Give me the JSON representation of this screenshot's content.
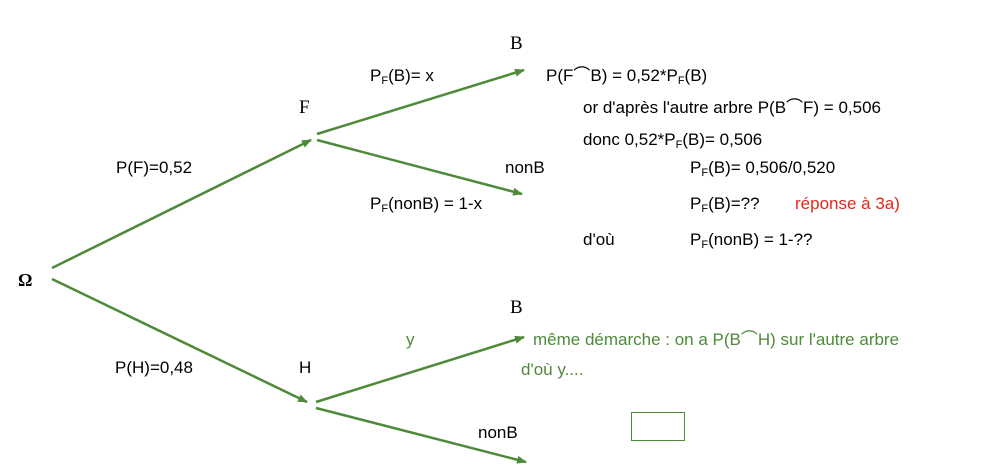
{
  "tree": {
    "root": "Ω",
    "node_F": "F",
    "node_H": "H",
    "node_B1": "B",
    "node_nonB1": "nonB",
    "node_B2": "B",
    "node_nonB2": "nonB",
    "edge_F": "P(F)=0,52",
    "edge_H": "P(H)=0,48",
    "edge_FB": {
      "pre": "P",
      "sub": "F",
      "post": "(B)= x"
    },
    "edge_FnonB": {
      "pre": "P",
      "sub": "F",
      "post": "(nonB) = 1-x"
    },
    "edge_HB": "y"
  },
  "notes": {
    "line1": {
      "pre": "P(F⌒B) = 0,52*P",
      "sub": "F",
      "post": "(B)"
    },
    "line2": "or d'après l'autre arbre P(B⌒F) = 0,506",
    "line3": {
      "pre": "donc  0,52*P",
      "sub": "F",
      "post": "(B)= 0,506"
    },
    "line4": {
      "pre": "P",
      "sub": "F",
      "post": "(B)= 0,506/0,520"
    },
    "line5": {
      "pre": "P",
      "sub": "F",
      "post": "(B)=??"
    },
    "line5_answer": "réponse à 3a)",
    "line6_label": "d'où",
    "line6": {
      "pre": "P",
      "sub": "F",
      "post": "(nonB) = 1-??"
    },
    "green1": "même démarche : on a P(B⌒H) sur l'autre arbre",
    "green2": "d'où y...."
  },
  "colors": {
    "branch": "#4e8a3a",
    "answer": "#e0291d",
    "text": "#000000"
  }
}
